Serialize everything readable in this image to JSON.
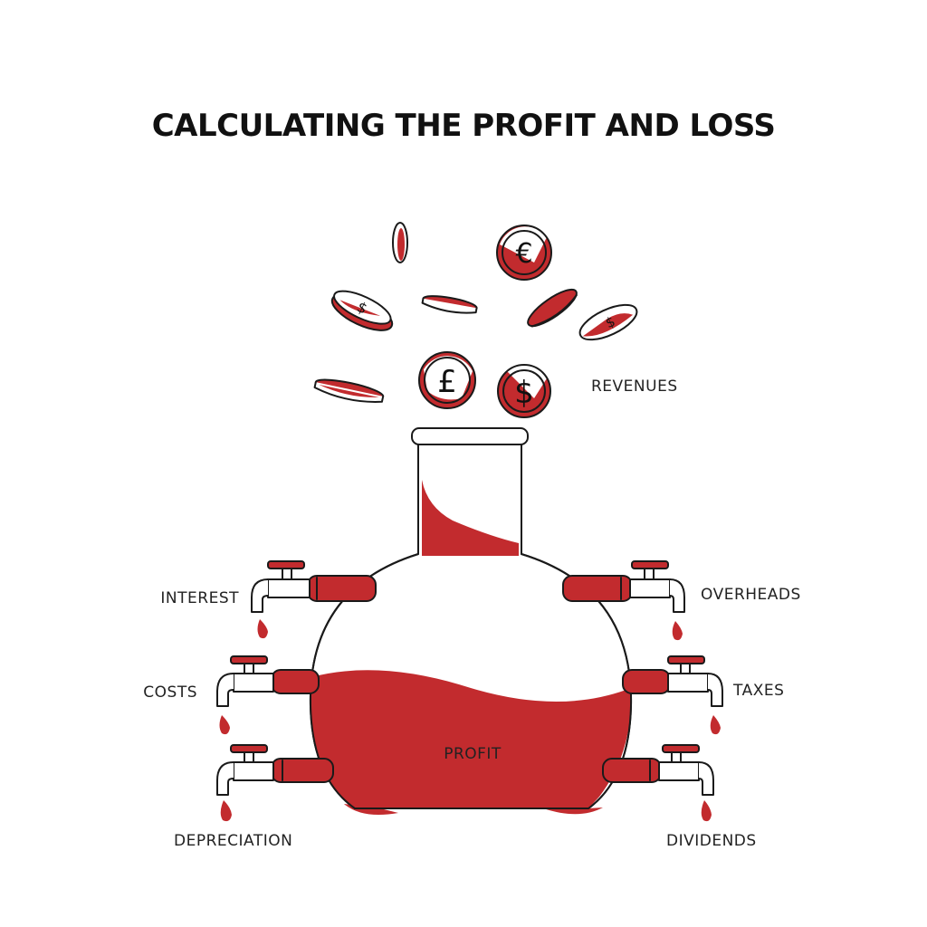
{
  "title": "CALCULATING THE PROFIT AND LOSS",
  "labels": {
    "revenues": "REVENUES",
    "profit": "PROFIT",
    "interest": "INTEREST",
    "costs": "COSTS",
    "depreciation": "DEPRECIATION",
    "overheads": "OVERHEADS",
    "taxes": "TAXES",
    "dividends": "DIVIDENDS"
  },
  "coin_symbols": {
    "euro": "€",
    "pound": "£",
    "dollar": "$"
  },
  "colors": {
    "accent": "#c22b2e",
    "ink": "#1a1a1a",
    "background": "#ffffff"
  }
}
